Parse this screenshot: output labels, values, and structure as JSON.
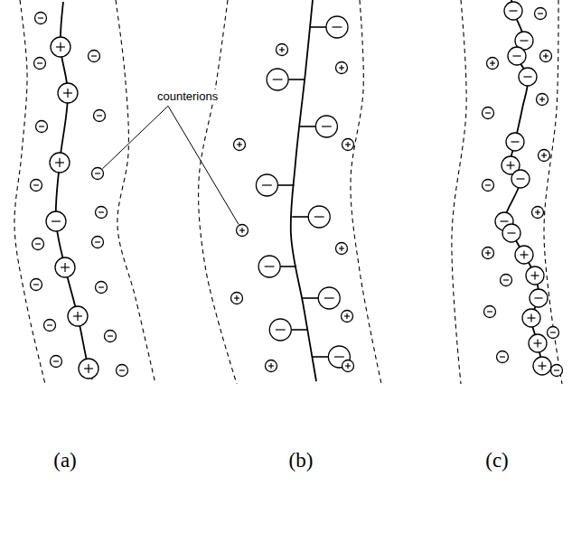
{
  "diagram": {
    "labels": [
      "counterions",
      "(a)",
      "(b)",
      "(c)"
    ]
  }
}
